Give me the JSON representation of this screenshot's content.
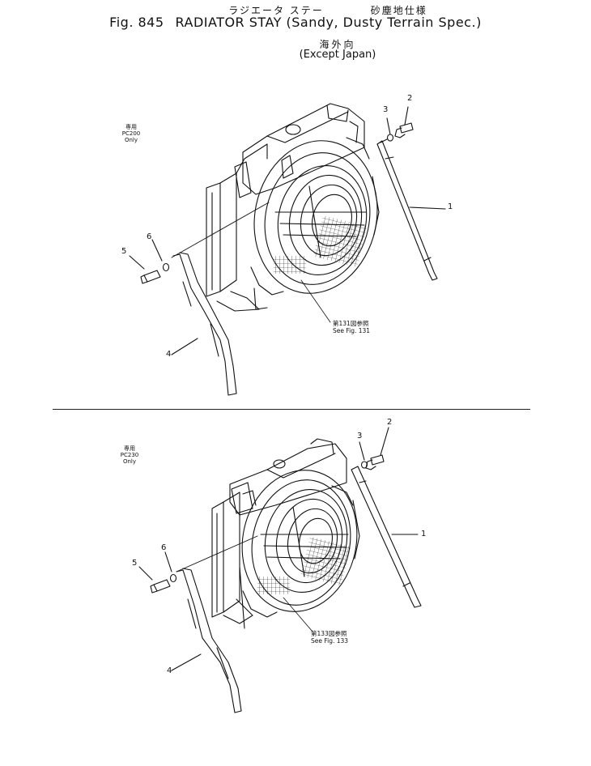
{
  "header": {
    "jp_title_left": "ラジエータ ステー",
    "jp_title_right": "砂塵地仕様",
    "fig_label": "Fig. 845",
    "title": "RADIATOR STAY (Sandy, Dusty Terrain Spec.)",
    "jp_subtitle": "海外向",
    "en_subtitle": "(Except Japan)"
  },
  "upper": {
    "note_jp": "専用",
    "note_en": "PC200 Only",
    "callouts": [
      "1",
      "2",
      "3",
      "4",
      "5",
      "6"
    ],
    "ref_jp": "第131図参照",
    "ref_en": "See Fig. 131"
  },
  "lower": {
    "note_jp": "専用",
    "note_en": "PC230 Only",
    "callouts": [
      "1",
      "2",
      "3",
      "4",
      "5",
      "6"
    ],
    "ref_jp": "第133図参照",
    "ref_en": "See Fig. 133"
  }
}
